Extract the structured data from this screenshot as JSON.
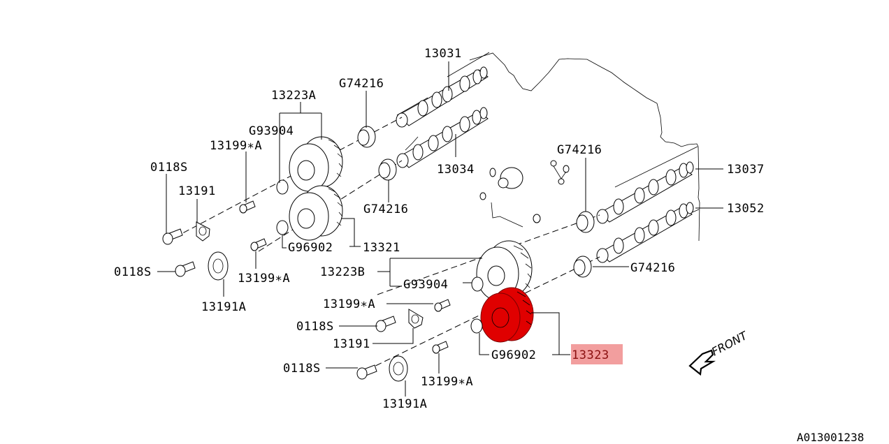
{
  "diagram": {
    "title": "Camshaft & Timing Belt Sprocket Parts Diagram",
    "document_id": "A013001238",
    "front_indicator": "FRONT",
    "highlight_color": "#e00000",
    "highlight_label_bg": "#f08d8d",
    "selected_part": "13323",
    "labels": {
      "p13031": "13031",
      "p13034": "13034",
      "p13037": "13037",
      "p13052": "13052",
      "g74216_a": "G74216",
      "g74216_b": "G74216",
      "g74216_c": "G74216",
      "g74216_d": "G74216",
      "p13223a": "13223A",
      "p13223b": "13223B",
      "g93904_a": "G93904",
      "g93904_b": "G93904",
      "p13199a_1": "13199∗A",
      "p13199a_2": "13199∗A",
      "p13199a_3": "13199∗A",
      "p13199a_4": "13199∗A",
      "p0118s_1": "0118S",
      "p0118s_2": "0118S",
      "p0118s_3": "0118S",
      "p0118s_4": "0118S",
      "p13191_1": "13191",
      "p13191_2": "13191",
      "p13191a_1": "13191A",
      "p13191a_2": "13191A",
      "g96902_a": "G96902",
      "g96902_b": "G96902",
      "p13321": "13321",
      "p13323": "13323"
    }
  }
}
